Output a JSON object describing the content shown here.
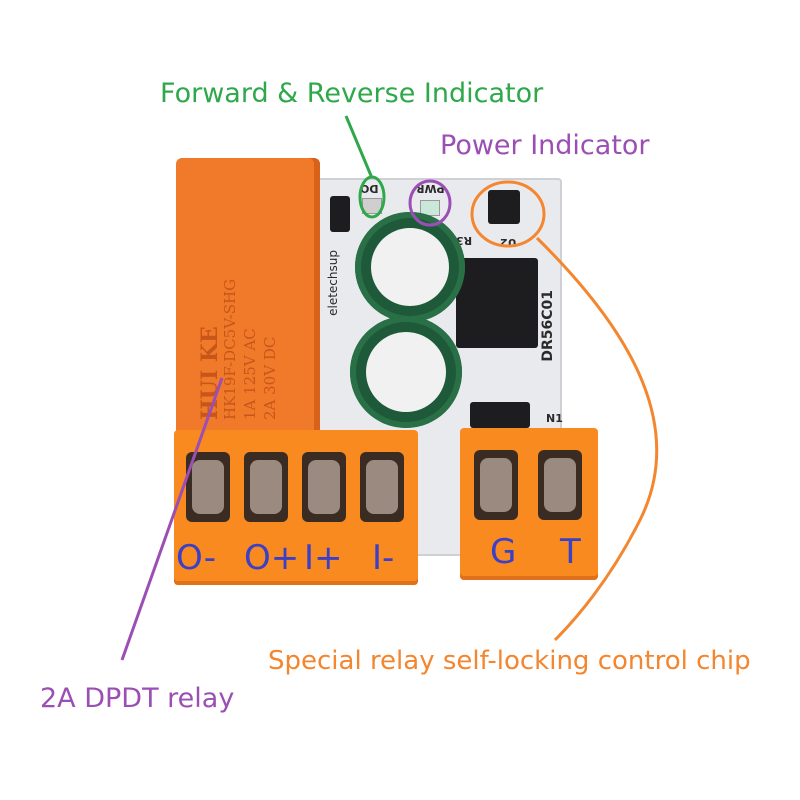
{
  "annotations": {
    "forward_reverse": {
      "text": "Forward & Reverse Indicator",
      "color": "#2ea84a"
    },
    "power": {
      "text": "Power Indicator",
      "color": "#9b4fb4"
    },
    "chip": {
      "text": "Special relay self-locking control chip",
      "color": "#f3862e"
    },
    "relay": {
      "text": "2A DPDT relay",
      "color": "#9b4fb4"
    }
  },
  "terminals": {
    "left": [
      "O-",
      "O+",
      "I+",
      "I-"
    ],
    "right": [
      "G",
      "T"
    ],
    "label_color": "#3a40c8"
  },
  "relay_marking": {
    "brand": "HUI KE",
    "model": "HK19F-DC5V-SHG",
    "rating_ac": "1A 125V AC",
    "rating_dc": "2A 30V DC"
  },
  "pcb_silkscreen": {
    "led_do": "DO",
    "led_pwr": "PWR",
    "chip_ref": "U2",
    "board_id": "DR56C01",
    "brand": "eletechsup",
    "transistor_ref": "N1",
    "resistor_ref": "R3"
  }
}
